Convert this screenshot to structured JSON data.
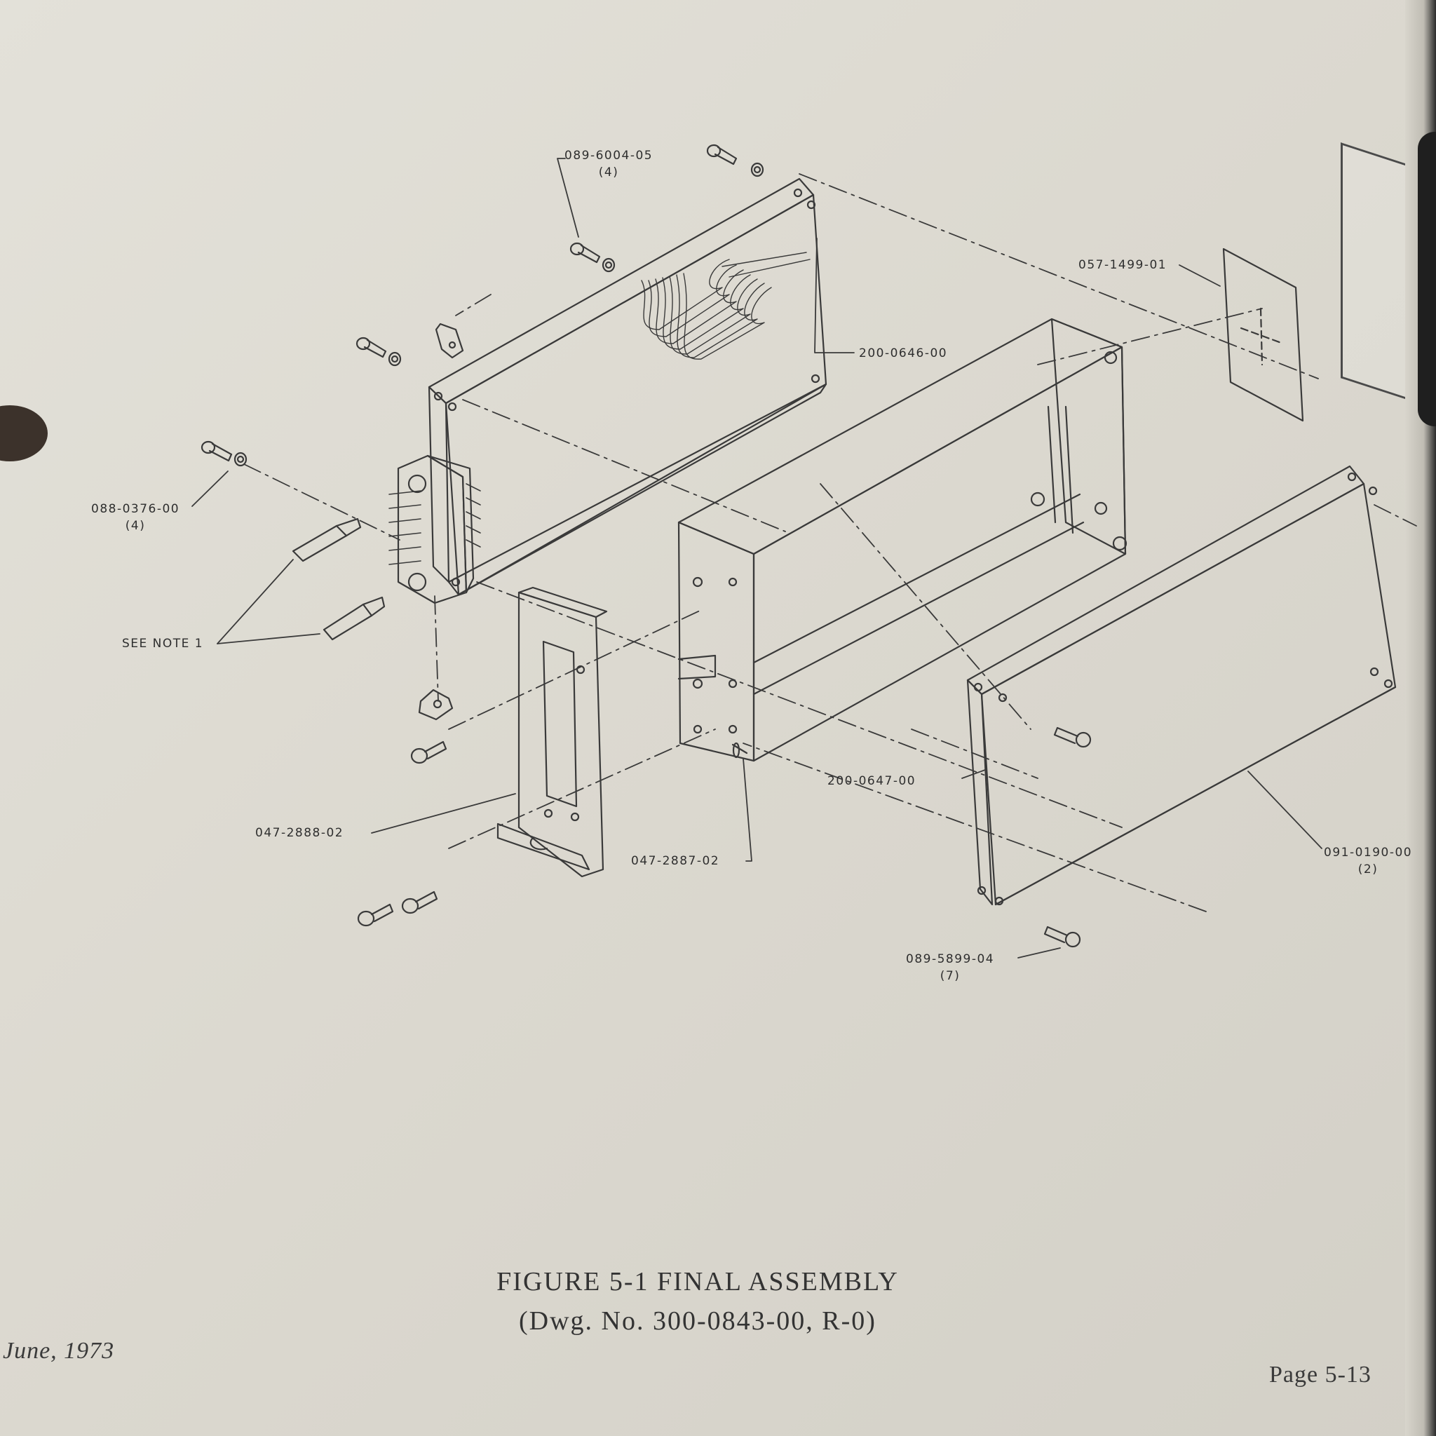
{
  "callouts": {
    "p089_6004_05": "089-6004-05",
    "p089_6004_05_qty": "(4)",
    "p057_1499_01": "057-1499-01",
    "p200_0646_00": "200-0646-00",
    "p088_0376_00": "088-0376-00",
    "p088_0376_00_qty": "(4)",
    "see_note": "SEE NOTE 1",
    "p200_0647_00": "200-0647-00",
    "p047_2888_02": "047-2888-02",
    "p047_2887_02": "047-2887-02",
    "p091_0190_00": "091-0190-00",
    "p091_0190_00_qty": "(2)",
    "p089_5899_04": "089-5899-04",
    "p089_5899_04_qty": "(7)"
  },
  "caption": {
    "title": "FIGURE 5-1 FINAL ASSEMBLY",
    "subtitle": "(Dwg. No. 300-0843-00, R-0)"
  },
  "footer": {
    "date": "June, 1973",
    "page": "Page 5-13"
  }
}
